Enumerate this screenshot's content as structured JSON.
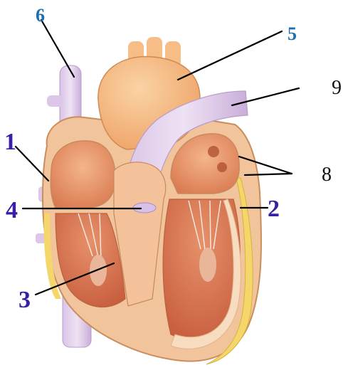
{
  "diagram": {
    "subject": "heart",
    "labels": [
      {
        "id": "1",
        "text": "1",
        "color": "#3a1fa6"
      },
      {
        "id": "2",
        "text": "2",
        "color": "#3a1fa6"
      },
      {
        "id": "3",
        "text": "3",
        "color": "#3a1fa6"
      },
      {
        "id": "4",
        "text": "4",
        "color": "#3a1fa6"
      },
      {
        "id": "5",
        "text": "5",
        "color": "#1d6fb0"
      },
      {
        "id": "6",
        "text": "6",
        "color": "#1d6fb0"
      },
      {
        "id": "8",
        "text": "8",
        "color": "#111111"
      },
      {
        "id": "9",
        "text": "9",
        "color": "#111111"
      }
    ]
  }
}
